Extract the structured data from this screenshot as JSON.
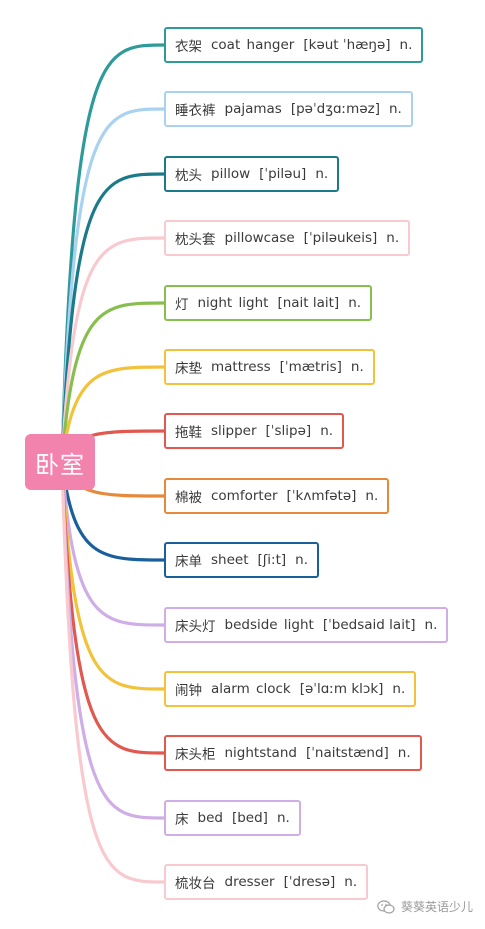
{
  "center": {
    "label": "卧室",
    "color": "#f183ad"
  },
  "words": [
    {
      "zh": "衣架",
      "en": "coat hanger",
      "ipa": "[kəut ˈhæŋə]",
      "pos": "n.",
      "color": "#2e9a9a"
    },
    {
      "zh": "睡衣裤",
      "en": "pajamas",
      "ipa": "[pəˈdʒɑːməz]",
      "pos": "n.",
      "color": "#a9d2f2"
    },
    {
      "zh": "枕头",
      "en": "pillow",
      "ipa": "[ˈpiləu]",
      "pos": "n.",
      "color": "#1b7a8a"
    },
    {
      "zh": "枕头套",
      "en": "pillowcase",
      "ipa": "[ˈpiləukeis]",
      "pos": "n.",
      "color": "#f9c9d0"
    },
    {
      "zh": "灯",
      "en": "night light",
      "ipa": "[nait lait]",
      "pos": "n.",
      "color": "#86bf4e"
    },
    {
      "zh": "床垫",
      "en": "mattress",
      "ipa": "[ˈmætris]",
      "pos": "n.",
      "color": "#f2c23a"
    },
    {
      "zh": "拖鞋",
      "en": "slipper",
      "ipa": "[ˈslipə]",
      "pos": "n.",
      "color": "#e0584e"
    },
    {
      "zh": "棉被",
      "en": "comforter",
      "ipa": "[ˈkʌmfətə]",
      "pos": "n.",
      "color": "#e58a3a"
    },
    {
      "zh": "床单",
      "en": "sheet",
      "ipa": "[ʃi:t]",
      "pos": "n.",
      "color": "#1a5f99"
    },
    {
      "zh": "床头灯",
      "en": "bedside light",
      "ipa": "[ˈbedsaid lait]",
      "pos": "n.",
      "color": "#cfaee8"
    },
    {
      "zh": "闹钟",
      "en": "alarm clock",
      "ipa": "[əˈlɑːm klɔk]",
      "pos": "n.",
      "color": "#f2c23a"
    },
    {
      "zh": "床头柜",
      "en": "nightstand",
      "ipa": "[ˈnaitstænd]",
      "pos": "n.",
      "color": "#e0584e"
    },
    {
      "zh": "床",
      "en": "bed",
      "ipa": "[bed]",
      "pos": "n.",
      "color": "#cfaee8"
    },
    {
      "zh": "梳妆台",
      "en": "dresser",
      "ipa": "[ˈdresə]",
      "pos": "n.",
      "color": "#f9c9d0"
    }
  ],
  "watermark": {
    "text": "葵葵英语少儿",
    "icon": "wechat-icon"
  }
}
